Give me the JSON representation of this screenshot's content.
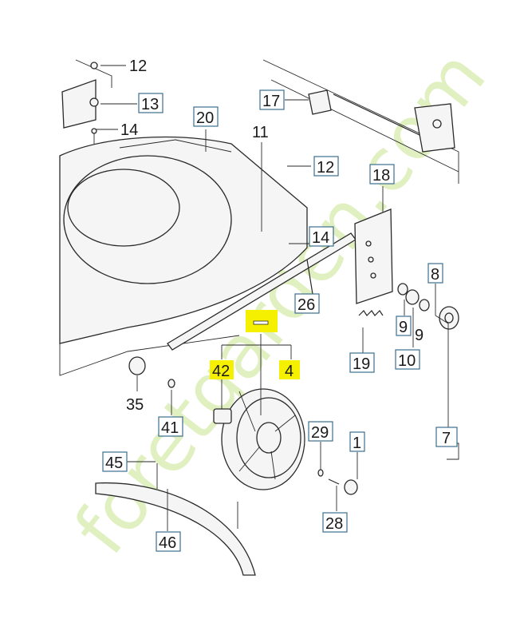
{
  "diagram": {
    "title": "Exploded parts view – mower deck, rear wheel and height adjuster",
    "watermark": "foretgarden.com",
    "callouts": [
      {
        "id": "c12a",
        "text": "12",
        "boxed": false,
        "highlighted": false
      },
      {
        "id": "c13",
        "text": "13",
        "boxed": true,
        "highlighted": false
      },
      {
        "id": "c14a",
        "text": "14",
        "boxed": false,
        "highlighted": false
      },
      {
        "id": "c20",
        "text": "20",
        "boxed": true,
        "highlighted": false
      },
      {
        "id": "c17",
        "text": "17",
        "boxed": true,
        "highlighted": false
      },
      {
        "id": "c11",
        "text": "11",
        "boxed": false,
        "highlighted": false
      },
      {
        "id": "c12b",
        "text": "12",
        "boxed": true,
        "highlighted": false
      },
      {
        "id": "c18",
        "text": "18",
        "boxed": true,
        "highlighted": false
      },
      {
        "id": "c14b",
        "text": "14",
        "boxed": true,
        "highlighted": false
      },
      {
        "id": "c26",
        "text": "26",
        "boxed": true,
        "highlighted": false
      },
      {
        "id": "c8",
        "text": "8",
        "boxed": true,
        "highlighted": false
      },
      {
        "id": "c9a",
        "text": "9",
        "boxed": true,
        "highlighted": false
      },
      {
        "id": "c9b",
        "text": "9",
        "boxed": false,
        "highlighted": false
      },
      {
        "id": "c10",
        "text": "10",
        "boxed": true,
        "highlighted": false
      },
      {
        "id": "c19",
        "text": "19",
        "boxed": true,
        "highlighted": false
      },
      {
        "id": "c42",
        "text": "42",
        "boxed": true,
        "highlighted": true
      },
      {
        "id": "c4",
        "text": "4",
        "boxed": true,
        "highlighted": true
      },
      {
        "id": "c35",
        "text": "35",
        "boxed": false,
        "highlighted": false
      },
      {
        "id": "c41",
        "text": "41",
        "boxed": true,
        "highlighted": false
      },
      {
        "id": "c29",
        "text": "29",
        "boxed": true,
        "highlighted": false
      },
      {
        "id": "c1",
        "text": "1",
        "boxed": true,
        "highlighted": false
      },
      {
        "id": "c7",
        "text": "7",
        "boxed": true,
        "highlighted": false
      },
      {
        "id": "c45",
        "text": "45",
        "boxed": true,
        "highlighted": false
      },
      {
        "id": "c28",
        "text": "28",
        "boxed": true,
        "highlighted": false
      },
      {
        "id": "c46",
        "text": "46",
        "boxed": true,
        "highlighted": false
      }
    ],
    "colors": {
      "highlight": "#f4f000",
      "box_border": "#3b6f8f",
      "line": "#2a2a2a",
      "part_fill": "#f5f5f5",
      "watermark": "#c9e48f"
    }
  }
}
